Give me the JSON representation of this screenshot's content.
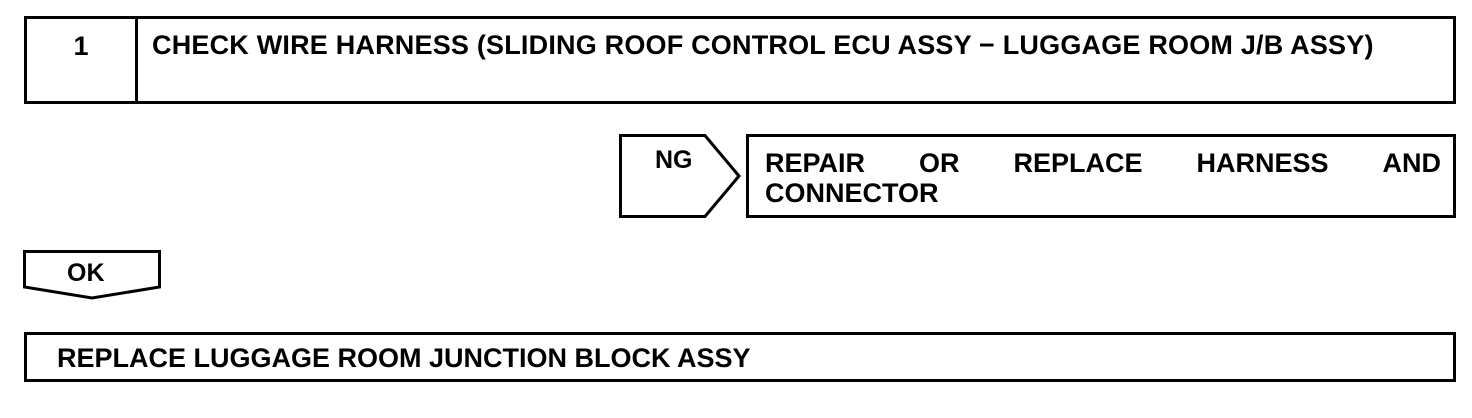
{
  "step": {
    "number": "1",
    "title": "CHECK WIRE HARNESS (SLIDING ROOF CONTROL ECU ASSY − LUGGAGE ROOM J/B ASSY)"
  },
  "ng": {
    "label": "NG",
    "result_words_line1": [
      "REPAIR",
      "OR",
      "REPLACE",
      "HARNESS",
      "AND"
    ],
    "result_line2": "CONNECTOR"
  },
  "ok": {
    "label": "OK"
  },
  "final": {
    "text": "REPLACE LUGGAGE ROOM JUNCTION BLOCK ASSY"
  }
}
